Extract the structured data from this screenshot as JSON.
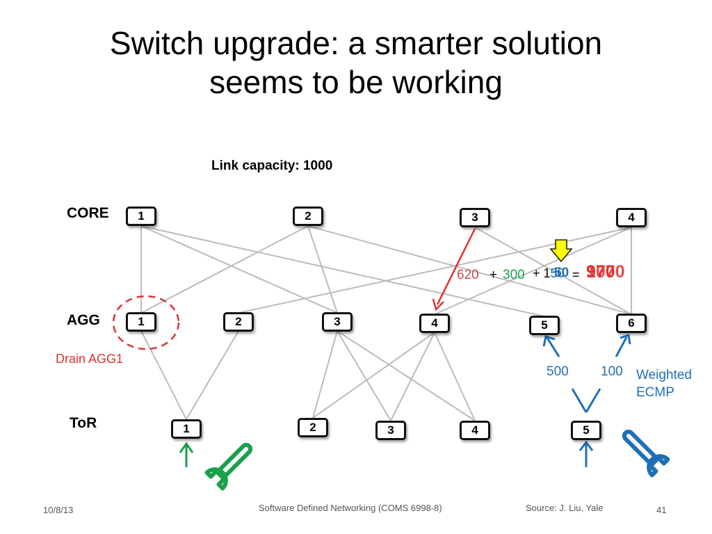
{
  "slide": {
    "title_line1": "Switch upgrade: a smarter solution",
    "title_line2": "seems to be working",
    "link_capacity": "Link capacity: 1000"
  },
  "layers": {
    "core": "CORE",
    "agg": "AGG",
    "tor": "ToR"
  },
  "nodes": {
    "core": [
      "1",
      "2",
      "3",
      "4"
    ],
    "agg": [
      "1",
      "2",
      "3",
      "4",
      "5",
      "6"
    ],
    "tor": [
      "1",
      "2",
      "3",
      "4",
      "5"
    ]
  },
  "load_equation": {
    "a": "620",
    "plus1": "+",
    "b": "300",
    "plus2": "+ 1",
    "c_overlay": "50",
    "c_under": "50",
    "eq": "=",
    "result_overlay_a": "970",
    "result_overlay_b": "1070"
  },
  "annotations": {
    "drain": "Drain AGG1",
    "w500": "500",
    "w100": "100",
    "weighted_line1": "Weighted",
    "weighted_line2": "ECMP"
  },
  "colors": {
    "red": "#e03030",
    "green": "#19a04a",
    "blue": "#1f6fb5",
    "brick": "#c0504d",
    "yellow": "#ffff00",
    "line": "#bbbbbb"
  },
  "icons": [
    "down-arrow-icon",
    "wrench-icon",
    "up-arrow-icon"
  ],
  "footer": {
    "date": "10/8/13",
    "course": "Software Defined Networking (COMS 6998-8)",
    "source": "Source: J. Liu, Yale",
    "page": "41"
  }
}
